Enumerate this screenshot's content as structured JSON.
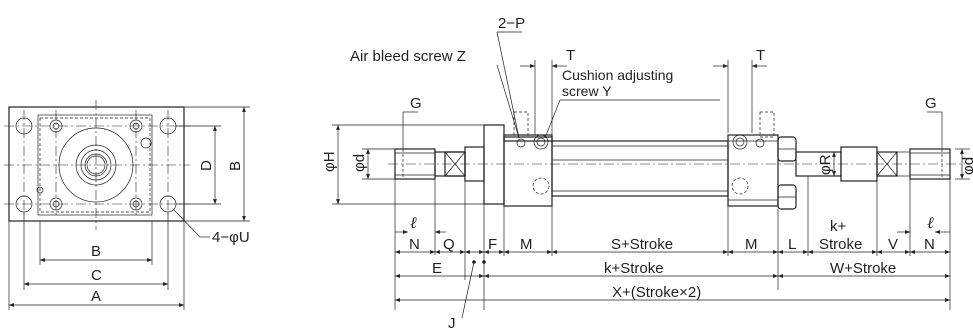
{
  "left_view": {
    "dim_B_bottom": "B",
    "dim_C": "C",
    "dim_A": "A",
    "dim_D": "D",
    "dim_B_side": "B",
    "hole_callout": "4−φU"
  },
  "side_view": {
    "two_p": "2−P",
    "air_bleed": "Air bleed screw Z",
    "cushion_line1": "Cushion adjusting",
    "cushion_line2": "screw Y",
    "T_left": "T",
    "T_right": "T",
    "G_left": "G",
    "G_right": "G",
    "phiH": "φH",
    "phid_left": "φd",
    "phiR": "φR",
    "phid_right": "φd",
    "ell_left": "ℓ",
    "ell_right": "ℓ",
    "N_left": "N",
    "Q": "Q",
    "F": "F",
    "M_left": "M",
    "S_stroke": "S+Stroke",
    "M_right": "M",
    "L": "L",
    "k_stroke_top": "k+",
    "k_stroke_bottom": "Stroke",
    "V": "V",
    "N_right": "N",
    "E": "E",
    "k_stroke": "k+Stroke",
    "W_stroke": "W+Stroke",
    "X_stroke": "X+(Stroke×2)",
    "J": "J"
  }
}
